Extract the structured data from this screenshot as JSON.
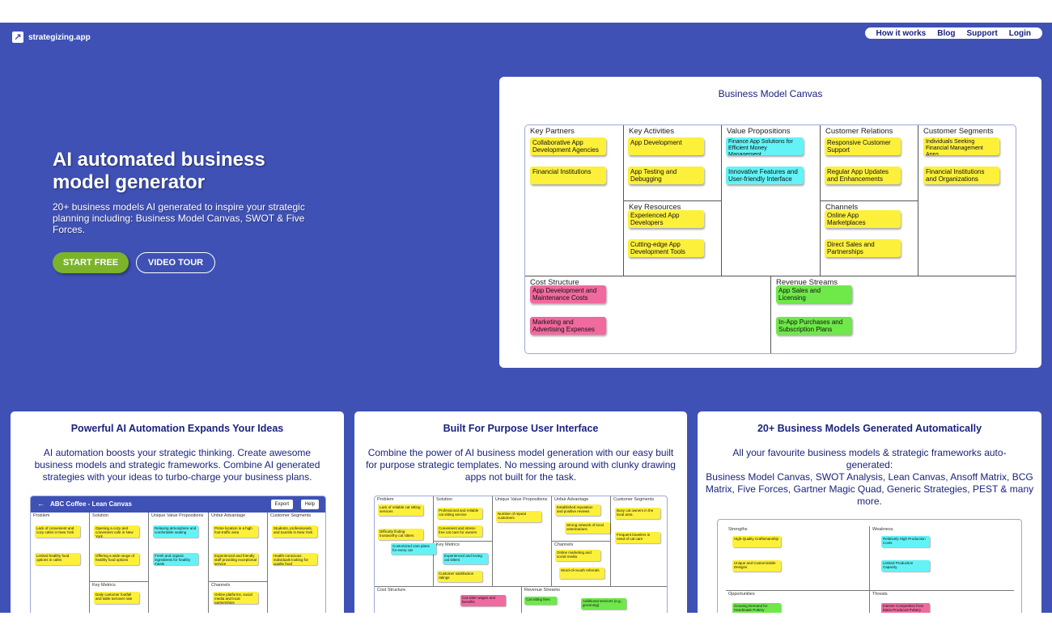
{
  "site": {
    "name": "strategizing.app"
  },
  "nav": {
    "items": [
      "How it works",
      "Blog",
      "Support",
      "Login"
    ]
  },
  "hero": {
    "title": "AI automated business model generator",
    "subtitle": "20+ business models AI generated to inspire your strategic planning including: Business Model Canvas, SWOT & Five Forces.",
    "start_label": "START FREE",
    "video_label": "VIDEO TOUR"
  },
  "bmc": {
    "title": "Business Model Canvas",
    "sections": {
      "key_partners": "Key Partners",
      "key_activities": "Key Activities",
      "key_resources": "Key Resources",
      "value_propositions": "Value Propositions",
      "customer_relations": "Customer Relations",
      "channels": "Channels",
      "customer_segments": "Customer Segments",
      "cost_structure": "Cost Structure",
      "revenue_streams": "Revenue Streams"
    },
    "notes": {
      "kp1": "Collaborative App Development Agencies",
      "kp2": "Financial Institutions",
      "ka1": "App Development",
      "ka2": "App Testing and Debugging",
      "kr1": "Experienced App Developers",
      "kr2": "Cutting-edge App Development Tools",
      "vp1": "Finance App Solutions for Efficient Money Management",
      "vp2": "Innovative Features and User-friendly Interface",
      "cr1": "Responsive Customer Support",
      "cr2": "Regular App Updates and Enhancements",
      "ch1": "Online App Marketplaces",
      "ch2": "Direct Sales and Partnerships",
      "cs1": "Individuals Seeking Financial Management Apps",
      "cs2": "Financial Institutions and Organizations",
      "co1": "App Development and Maintenance Costs",
      "co2": "Marketing and Advertising Expenses",
      "rs1": "App Sales and Licensing",
      "rs2": "In-App Purchases and Subscription Plans"
    }
  },
  "features": [
    {
      "title": "Powerful AI Automation Expands Your Ideas",
      "body": "AI automation boosts your strategic thinking. Create awesome business models and strategic frameworks. Combine AI generated strategies with your ideas to turbo-charge your business plans."
    },
    {
      "title": "Built For Purpose User Interface",
      "body": "Combine the power of AI business model generation with our easy built for purpose strategic templates. No messing around with clunky drawing apps not built for the task."
    },
    {
      "title": "20+ Business Models Generated Automatically",
      "body": "All your favourite business models & strategic frameworks auto-generated:",
      "body2": "Business Model Canvas, SWOT Analysis, Lean Canvas, Ansoff Matrix, BCG Matrix, Five Forces, Gartner Magic Quad, Generic Strategies, PEST & many more."
    }
  ],
  "lean_thumb": {
    "title": "ABC Coffee - Lean Canvas",
    "export": "Export",
    "help": "Help",
    "back": "←",
    "sections": [
      "Problem",
      "Solution",
      "Unique Value Propositions",
      "Unfair Advantage",
      "Customer Segments",
      "Key Metrics",
      "Channels"
    ],
    "notes": {
      "p1": "Lack of convenient and cozy cafes in New York",
      "p2": "Limited healthy food options in cafes",
      "s1": "Opening a cozy and convenient cafe in New York",
      "s2": "Offering a wide range of healthy food options",
      "u1": "Relaxing atmosphere and comfortable seating",
      "u2": "Fresh and organic ingredients for healthy meals",
      "a1": "Prime location in a high foot-traffic area",
      "a2": "Experienced and friendly staff providing exceptional service",
      "c1": "Students, professionals, and tourists in New York",
      "c2": "Health-conscious individuals looking for quality food",
      "k1": "Daily customer footfall and table turnover rate",
      "ch1": "Online platforms, social media and local partnerships"
    }
  },
  "cat_thumb": {
    "sections": [
      "Problem",
      "Solution",
      "Unique Value Propositions",
      "Unfair Advantage",
      "Customer Segments",
      "Key Metrics",
      "Channels",
      "Cost Structure",
      "Revenue Streams"
    ],
    "notes": {
      "p1": "Lack of reliable cat sitting services",
      "p2": "Difficulty finding trustworthy cat sitters",
      "p3": "Customized care plans for every cat",
      "s1": "Professional and reliable cat sitting service",
      "s2": "Convenient and stress-free cat care for owners",
      "k1": "Experienced and loving cat sitters",
      "k2": "Customer satisfaction ratings",
      "u1": "Number of repeat customers",
      "a1": "Established reputation and positive reviews",
      "a2": "Strong network of local veterinarians",
      "ch1": "Online marketing and social media",
      "ch2": "Word-of-mouth referrals",
      "cs1": "Busy cat owners in the local area",
      "cs2": "Frequent travelers in need of cat care",
      "co1": "Cat sitter wages and benefits",
      "r1": "Cat sitting fees",
      "r2": "Additional services (e.g., grooming)"
    }
  },
  "swot_thumb": {
    "sections": [
      "Strengths",
      "Weakness",
      "Opportunities",
      "Threats"
    ],
    "notes": {
      "s1": "High-Quality Craftsmanship",
      "s2": "Unique and Customizable Designs",
      "w1": "Relatively High Production Costs",
      "w2": "Limited Production Capacity",
      "o1": "Growing Demand for Handmade Pottery",
      "t1": "Intense Competition from Mass-Produced Pottery"
    }
  }
}
